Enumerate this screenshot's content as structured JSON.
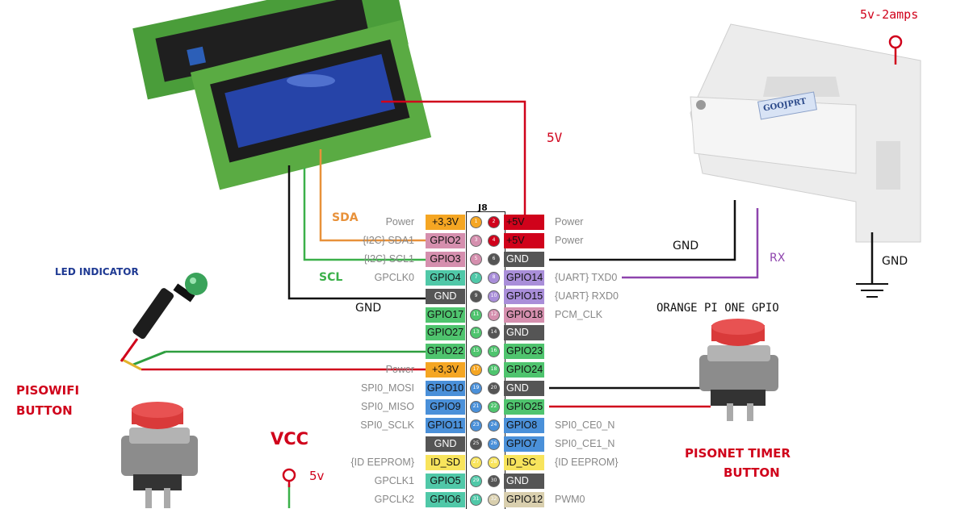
{
  "power_supply_label": "5v-2amps",
  "printer_brand": "GOOJPRT",
  "wire_labels": {
    "lcd_5v": "5V",
    "sda": "SDA",
    "scl": "SCL",
    "lcd_gnd": "GND",
    "printer_gnd": "GND",
    "printer_rx": "RX",
    "earth_gnd": "GND",
    "vcc_5v": "5v"
  },
  "headings": {
    "led_indicator": "LED INDICATOR",
    "pisowifi_button_line1": "PISOWIFI",
    "pisowifi_button_line2": "BUTTON",
    "orange_pi": "ORANGE PI ONE GPIO",
    "pisonet_line1": "PISONET TIMER",
    "pisonet_line2": "BUTTON",
    "vcc": "VCC"
  },
  "header_top_fragment": "J8",
  "pin_rows": [
    {
      "left_desc": "Power",
      "left": "+3,3V",
      "lcolor": "#f5a623",
      "ln": "1",
      "rn": "2",
      "right": "+5V",
      "rcolor": "#d0021b",
      "right_desc": "Power"
    },
    {
      "left_desc": "{I2C} SDA1",
      "left": "GPIO2",
      "lcolor": "#d58fae",
      "ln": "3",
      "rn": "4",
      "right": "+5V",
      "rcolor": "#d0021b",
      "right_desc": "Power"
    },
    {
      "left_desc": "{I2C} SCL1",
      "left": "GPIO3",
      "lcolor": "#d58fae",
      "ln": "5",
      "rn": "6",
      "right": "GND",
      "rcolor": "#555555",
      "right_desc": ""
    },
    {
      "left_desc": "GPCLK0",
      "left": "GPIO4",
      "lcolor": "#50c8a8",
      "ln": "7",
      "rn": "8",
      "right": "GPIO14",
      "rcolor": "#a98ed9",
      "right_desc": "{UART} TXD0"
    },
    {
      "left_desc": "",
      "left": "GND",
      "lcolor": "#555555",
      "ln": "9",
      "rn": "10",
      "right": "GPIO15",
      "rcolor": "#a98ed9",
      "right_desc": "{UART} RXD0"
    },
    {
      "left_desc": "",
      "left": "GPIO17",
      "lcolor": "#4fc46e",
      "ln": "11",
      "rn": "12",
      "right": "GPIO18",
      "rcolor": "#d58fae",
      "right_desc": "PCM_CLK"
    },
    {
      "left_desc": "",
      "left": "GPIO27",
      "lcolor": "#4fc46e",
      "ln": "13",
      "rn": "14",
      "right": "GND",
      "rcolor": "#555555",
      "right_desc": ""
    },
    {
      "left_desc": "",
      "left": "GPIO22",
      "lcolor": "#4fc46e",
      "ln": "15",
      "rn": "16",
      "right": "GPIO23",
      "rcolor": "#4fc46e",
      "right_desc": ""
    },
    {
      "left_desc": "Power",
      "left": "+3,3V",
      "lcolor": "#f5a623",
      "ln": "17",
      "rn": "18",
      "right": "GPIO24",
      "rcolor": "#4fc46e",
      "right_desc": ""
    },
    {
      "left_desc": "SPI0_MOSI",
      "left": "GPIO10",
      "lcolor": "#4a90d9",
      "ln": "19",
      "rn": "20",
      "right": "GND",
      "rcolor": "#555555",
      "right_desc": ""
    },
    {
      "left_desc": "SPI0_MISO",
      "left": "GPIO9",
      "lcolor": "#4a90d9",
      "ln": "21",
      "rn": "22",
      "right": "GPIO25",
      "rcolor": "#4fc46e",
      "right_desc": ""
    },
    {
      "left_desc": "SPI0_SCLK",
      "left": "GPIO11",
      "lcolor": "#4a90d9",
      "ln": "23",
      "rn": "24",
      "right": "GPIO8",
      "rcolor": "#4a90d9",
      "right_desc": "SPI0_CE0_N"
    },
    {
      "left_desc": "",
      "left": "GND",
      "lcolor": "#555555",
      "ln": "25",
      "rn": "26",
      "right": "GPIO7",
      "rcolor": "#4a90d9",
      "right_desc": "SPI0_CE1_N"
    },
    {
      "left_desc": "{ID EEPROM}",
      "left": "ID_SD",
      "lcolor": "#f8e45c",
      "ln": "27",
      "rn": "28",
      "right": "ID_SC",
      "rcolor": "#f8e45c",
      "right_desc": "{ID EEPROM}"
    },
    {
      "left_desc": "GPCLK1",
      "left": "GPIO5",
      "lcolor": "#50c8a8",
      "ln": "29",
      "rn": "30",
      "right": "GND",
      "rcolor": "#555555",
      "right_desc": ""
    },
    {
      "left_desc": "GPCLK2",
      "left": "GPIO6",
      "lcolor": "#50c8a8",
      "ln": "31",
      "rn": "32",
      "right": "GPIO12",
      "rcolor": "#d9cfae",
      "right_desc": "PWM0"
    }
  ]
}
